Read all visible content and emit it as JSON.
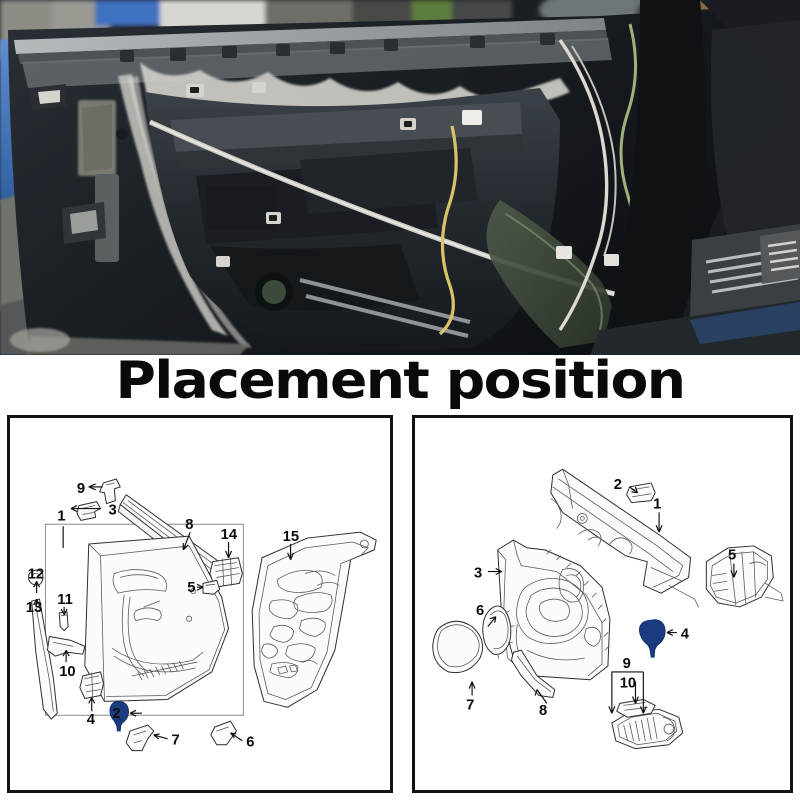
{
  "page": {
    "title_text": "Placement position",
    "background_color": "#ffffff",
    "highlight_color": "#1c3c82"
  },
  "photo": {
    "name": "car-door-interior-photo",
    "description": "Vehicle front door with interior trim panel removed showing door frame, window regulator, wiring harness and door sill",
    "colors": {
      "body_dark": "#1b1f24",
      "metal_grey": "#8e9296",
      "sealant_white": "#d9d9d4",
      "wire_yellow": "#d8c468",
      "wire_green": "#9fb27a",
      "sky_blue": "#3c6fbe",
      "wood_tan": "#9d7a4e",
      "ground_grey": "#6f6f6a"
    }
  },
  "panels": [
    {
      "id": "panel-left",
      "name": "rear-door-trim-exploded-diagram",
      "description": "Exploded view of rear door interior trim assembly",
      "callouts": [
        {
          "n": "1",
          "part": "door-trim-panel-assembly"
        },
        {
          "n": "2",
          "part": "retainer-clip",
          "highlighted": true
        },
        {
          "n": "3",
          "part": "upper-bracket"
        },
        {
          "n": "4",
          "part": "switch-bracket"
        },
        {
          "n": "5",
          "part": "small-clip"
        },
        {
          "n": "6",
          "part": "lower-trim-piece"
        },
        {
          "n": "7",
          "part": "handle-bezel"
        },
        {
          "n": "8",
          "part": "window-belt-molding"
        },
        {
          "n": "9",
          "part": "end-cap"
        },
        {
          "n": "10",
          "part": "pull-handle-insert"
        },
        {
          "n": "11",
          "part": "pin-fastener"
        },
        {
          "n": "12",
          "part": "grommet"
        },
        {
          "n": "13",
          "part": "side-garnish-strip"
        },
        {
          "n": "14",
          "part": "window-switch-unit"
        },
        {
          "n": "15",
          "part": "door-water-shield"
        }
      ]
    },
    {
      "id": "panel-right",
      "name": "front-door-trim-exploded-diagram",
      "description": "Exploded view of front door interior trim assembly",
      "callouts": [
        {
          "n": "1",
          "part": "upper-trim-garnish"
        },
        {
          "n": "2",
          "part": "end-cap-clip"
        },
        {
          "n": "3",
          "part": "door-trim-panel-assembly"
        },
        {
          "n": "4",
          "part": "retainer-clip",
          "highlighted": true
        },
        {
          "n": "5",
          "part": "speaker-grille-cover"
        },
        {
          "n": "6",
          "part": "oval-cover-small"
        },
        {
          "n": "7",
          "part": "oval-cover-large"
        },
        {
          "n": "8",
          "part": "lower-molding-strip"
        },
        {
          "n": "9",
          "part": "courtesy-lamp-assembly"
        },
        {
          "n": "10",
          "part": "lamp-lens"
        }
      ]
    }
  ]
}
